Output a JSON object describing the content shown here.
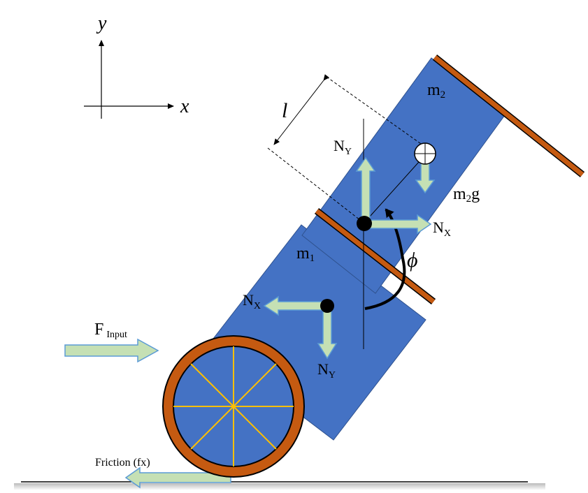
{
  "axes": {
    "y_label": "y",
    "x_label": "x"
  },
  "labels": {
    "length": "l",
    "mass_top": "m",
    "mass_top_sub": "2",
    "mass_bottom": "m",
    "mass_bottom_sub": "1",
    "gravity_main": "m",
    "gravity_sub": "2",
    "gravity_tail": "g",
    "angle": "ϕ",
    "ny_top_main": "N",
    "ny_top_sub": "Y",
    "nx_top_main": "N",
    "nx_top_sub": "X",
    "nx_left_main": "N",
    "nx_left_sub": "X",
    "ny_bottom_main": "N",
    "ny_bottom_sub": "Y",
    "input_main": "F",
    "input_sub": "Input",
    "friction": "Friction (fx)"
  },
  "colors": {
    "body": "#4472C4",
    "rod": "#C55A11",
    "arrow_fill": "#C5E0B4",
    "arrow_stroke": "#5B9BD5",
    "spoke": "#FFC000"
  }
}
